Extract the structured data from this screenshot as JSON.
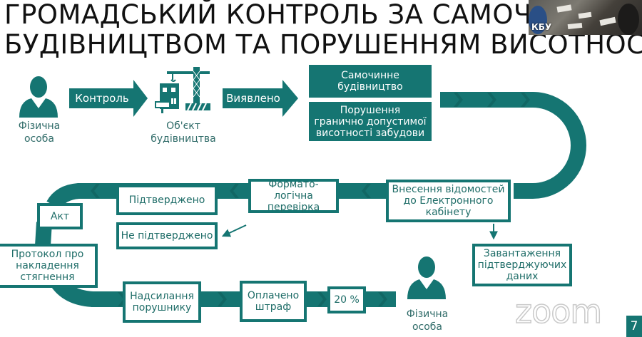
{
  "slide": {
    "title_line1": "ГРОМАДСЬКИЙ КОНТРОЛЬ ЗА САМОЧИННИМ",
    "title_line2": "БУДІВНИЦТВОМ ТА ПОРУШЕННЯМ ВИСОТНОСТІ",
    "page_number": "7",
    "accent_color": "#157572"
  },
  "video_overlay": {
    "participant_label": "КБУ"
  },
  "watermark": {
    "text": "zoom"
  },
  "top_flow": {
    "actor": {
      "icon": "person-icon",
      "caption_line1": "Фізична",
      "caption_line2": "особа"
    },
    "arrow1_label": "Контроль",
    "object": {
      "icon": "construction-icon",
      "caption_line1": "Об'єкт",
      "caption_line2": "будівництва"
    },
    "arrow2_label": "Виявлено",
    "findings": [
      {
        "line1": "Самочинне",
        "line2": "будівництво"
      },
      {
        "line1": "Порушення",
        "line2": "гранично допустимої",
        "line3": "висотності забудови"
      }
    ]
  },
  "pipeline": {
    "steps": {
      "entry": {
        "line1": "Внесення відомостей",
        "line2": "до Електронного",
        "line3": "кабінету"
      },
      "upload": {
        "line1": "Завантаження",
        "line2": "підтверджуючих",
        "line3": "даних"
      },
      "check": {
        "line1": "Формато-логічна",
        "line2": "перевірка"
      },
      "confirmed": {
        "label": "Підтверджено"
      },
      "not_confirmed": {
        "label": "Не підтверджено"
      },
      "act": {
        "label": "Акт"
      },
      "protocol": {
        "line1": "Протокол про",
        "line2": "накладення",
        "line3": "стягнення"
      },
      "send": {
        "line1": "Надсилання",
        "line2": "порушнику"
      },
      "paid": {
        "line1": "Оплачено",
        "line2": "штраф"
      },
      "percent": {
        "label": "20 %"
      }
    },
    "end_actor": {
      "icon": "person-icon",
      "caption_line1": "Фізична",
      "caption_line2": "особа"
    }
  }
}
